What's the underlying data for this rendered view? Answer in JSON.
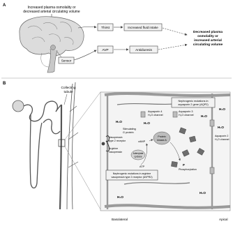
{
  "panel_a": {
    "label": "A",
    "stimulus": [
      "Increased plasma osmolality or",
      "decreased arterial circulating volume"
    ],
    "box_thirst": "Thirst",
    "box_avp": "AVP",
    "box_sensor": "Sensor",
    "result_thirst": "Increased fluid intake",
    "result_avp": "Antidiuresis",
    "outcome": [
      "Decreased plasma",
      "osmolality or",
      "increased arterial",
      "circulating volume"
    ]
  },
  "panel_b": {
    "label": "B",
    "collecting_tubule": [
      "Collecting",
      "tubule"
    ],
    "nephrogenic_box_top": [
      "Nephrogenic mutations in",
      "aquaporin 2 gene (AQP2)"
    ],
    "aquaporin4": [
      "Aquaporin 4",
      "H₂O channel"
    ],
    "aquaporin3": [
      "Aquaporin 3",
      "H₂O channel"
    ],
    "aquaporin2": [
      "Aquaporin 2",
      "H₂O channel"
    ],
    "h2o": "H₂O",
    "v2_receptor": [
      "Vasopressin",
      "type 2 receptor"
    ],
    "g_protein": [
      "Stimulating",
      "G protein"
    ],
    "arginine_vasopressin": [
      "Arginine",
      "vasopressin"
    ],
    "adenylate_cyclase": [
      "Adenylate",
      "cyclase"
    ],
    "camp": "cAMP",
    "atp": "ATP",
    "protein_kinase": [
      "Protein",
      "kinase A"
    ],
    "phosphorylation": [
      "P",
      "Phosphorylation"
    ],
    "nephrogenic_box_bottom": [
      "Nephrogenic mutations in arginine",
      "vasopressin type 2 receptor (AVPR2)"
    ],
    "basolateral": "Basolateral",
    "apical": "Apical"
  },
  "colors": {
    "line": "#444444",
    "box_fill": "#f2f2f2",
    "cell_fill": "#e6e6e6",
    "membrane": "#9a9a9a"
  }
}
